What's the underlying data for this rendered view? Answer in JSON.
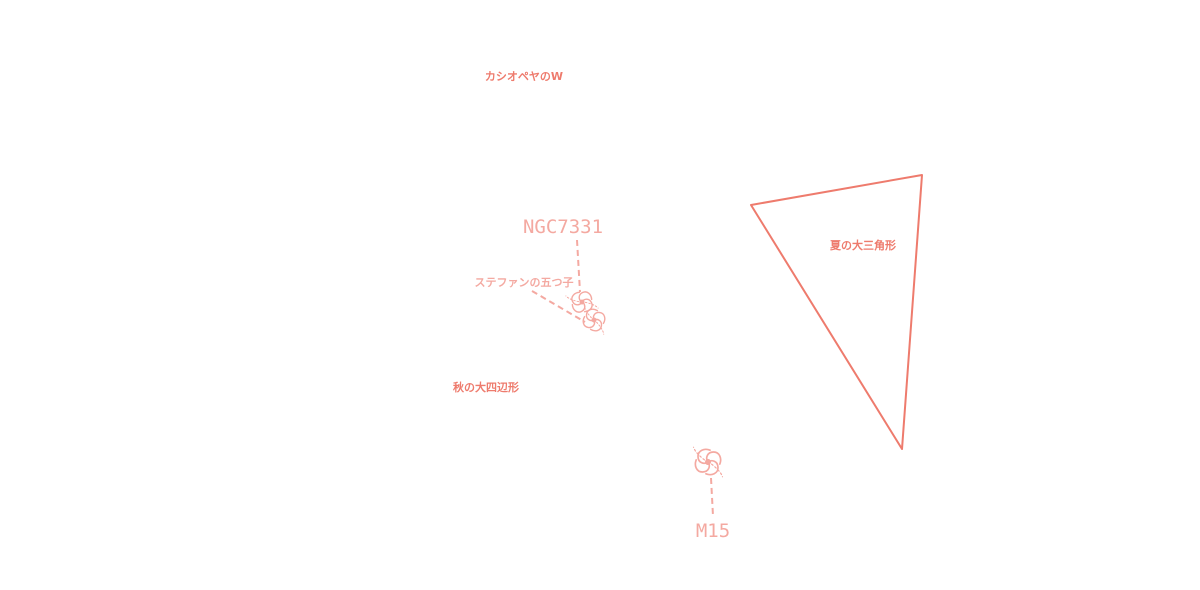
{
  "colors": {
    "line": "#ee7b6d",
    "label": "#ee7b6d",
    "object": "#f4a9a1"
  },
  "labels": {
    "cassiopeia": "カシオペヤのW",
    "summer_triangle": "夏の大三角形",
    "autumn_square": "秋の大四辺形",
    "stephans_quintet": "ステファンの五つ子",
    "ngc7331": "NGC7331",
    "m15": "M15"
  },
  "icons": {
    "galaxy": "spiral-galaxy-icon"
  }
}
